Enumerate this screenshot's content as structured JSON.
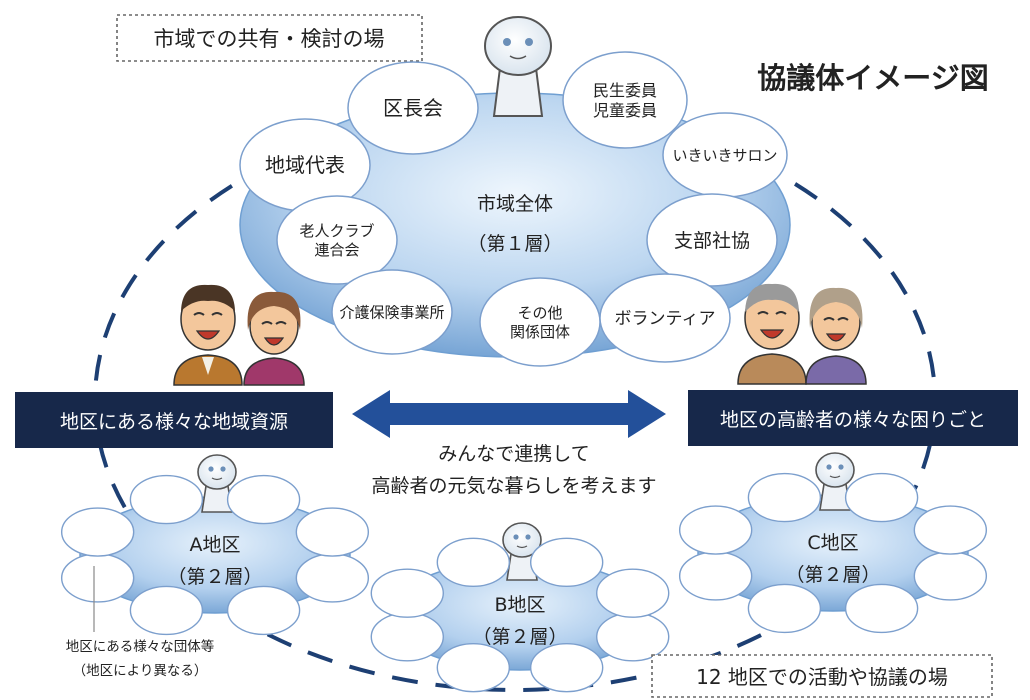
{
  "title": "協議体イメージ図",
  "top_scope_label": "市域での共有・検討の場",
  "bottom_scope_label": "12 地区での活動や協議の場",
  "city_layer": {
    "name": "市域全体",
    "layer": "（第１層）",
    "members": [
      {
        "lines": [
          "区長会"
        ]
      },
      {
        "lines": [
          "民生委員",
          "児童委員"
        ]
      },
      {
        "lines": [
          "地域代表"
        ]
      },
      {
        "lines": [
          "いきいきサロン"
        ]
      },
      {
        "lines": [
          "老人クラブ",
          "連合会"
        ]
      },
      {
        "lines": [
          "支部社協"
        ]
      },
      {
        "lines": [
          "介護保険事業所"
        ]
      },
      {
        "lines": [
          "その他",
          "関係団体"
        ]
      },
      {
        "lines": [
          "ボランティア"
        ]
      }
    ]
  },
  "left_banner": "地区にある様々な地域資源",
  "right_banner": "地区の高齢者の様々な困りごと",
  "center_message": [
    "みんなで連携して",
    "高齢者の元気な暮らしを考えます"
  ],
  "districts": [
    {
      "name": "A地区",
      "layer": "（第２層）"
    },
    {
      "name": "B地区",
      "layer": "（第２層）"
    },
    {
      "name": "C地区",
      "layer": "（第２層）"
    }
  ],
  "district_note": [
    "地区にある様々な団体等",
    "（地区により異なる）"
  ],
  "colors": {
    "navy": "#17284a",
    "arrow_blue": "#23509a",
    "platform_light": "#dcebf8",
    "platform_mid": "#8fb8e2",
    "platform_dark": "#5d8fc6",
    "bubble_stroke": "#7c9fcd",
    "dash": "#1d3f73"
  },
  "icons": [
    "smiley-figure-icon",
    "elderly-man-icon",
    "elderly-woman-icon",
    "double-arrow-icon"
  ]
}
